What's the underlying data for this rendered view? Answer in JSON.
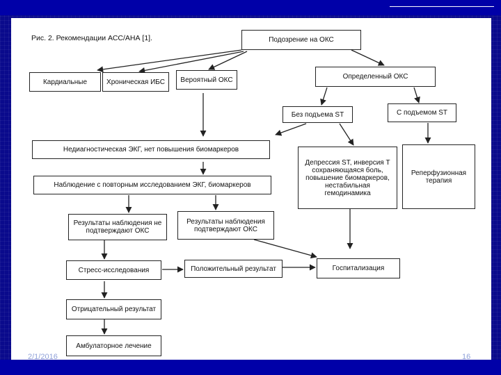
{
  "footer": {
    "date": "2/1/2016",
    "slide_number": "16"
  },
  "diagram": {
    "caption": "Рис. 2. Рекомендации АСС/АНА [1].",
    "nodes": {
      "suspicion": "Подозрение на ОКС",
      "cardio": "Кардиальные",
      "chronic": "Хроническая ИБС",
      "probable": "Вероятный ОКС",
      "definite": "Определенный ОКС",
      "no_st": "Без подъема ST",
      "st_elev": "С подъемом ST",
      "nondiag": "Недиагностическая ЭКГ, нет повышения биомаркеров",
      "depression": "Депрессия ST, инверсия T сохраняющаяся боль, повышение биомаркеров, нестабильная гемодинамика",
      "reperfusion": "Реперфузионная терапия",
      "observation": "Наблюдение с повторным исследованием ЭКГ, биомаркеров",
      "not_confirm": "Результаты наблюдения не подтверждают ОКС",
      "confirm": "Результаты наблюдения подтверждают ОКС",
      "stress": "Стресс-исследования",
      "positive": "Положительный результат",
      "hospital": "Госпитализация",
      "negative": "Отрицательный результат",
      "outpatient": "Амбулаторное лечение"
    }
  }
}
